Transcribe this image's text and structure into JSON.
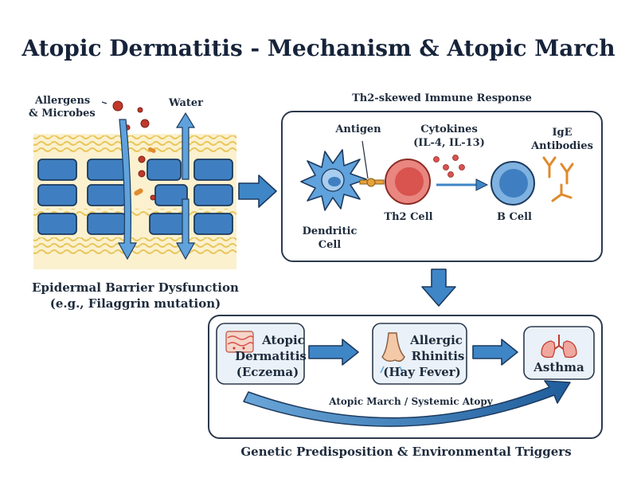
{
  "title": "Atopic Dermatitis - Mechanism & Atopic March",
  "barrier": {
    "allergens_label_line1": "Allergens",
    "allergens_label_line2": "& Microbes",
    "water_label": "Water",
    "caption_line1": "Epidermal Barrier Dysfunction",
    "caption_line2": "(e.g., Filaggrin mutation)"
  },
  "immune": {
    "heading": "Th2-skewed Immune Response",
    "antigen_label": "Antigen",
    "cytokines_line1": "Cytokines",
    "cytokines_line2": "(IL-4, IL-13)",
    "ige_line1": "IgE",
    "ige_line2": "Antibodies",
    "dendritic_line1": "Dendritic",
    "dendritic_line2": "Cell",
    "th2_label": "Th2 Cell",
    "bcell_label": "B Cell"
  },
  "march": {
    "ad_line1": "Atopic",
    "ad_line2": "Dermatitis",
    "ad_line3": "(Eczema)",
    "rhinitis_line1": "Allergic",
    "rhinitis_line2": "Rhinitis",
    "rhinitis_line3": "(Hay Fever)",
    "asthma_label": "Asthma",
    "curve_label": "Atopic March / Systemic Atopy",
    "footer": "Genetic Predisposition & Environmental Triggers"
  },
  "colors": {
    "accent_blue": "#3f86c7",
    "cell_blue": "#3f7fc1",
    "th2_red": "#d9534f",
    "allergen_red": "#c0392b",
    "antibody_orange": "#e08a2c",
    "lipid_yellow": "#f2d67a"
  },
  "icons": [
    "dendritic-cell-icon",
    "th2-cell-icon",
    "b-cell-icon",
    "antibody-icon",
    "skin-rash-icon",
    "nose-icon",
    "lungs-icon"
  ]
}
